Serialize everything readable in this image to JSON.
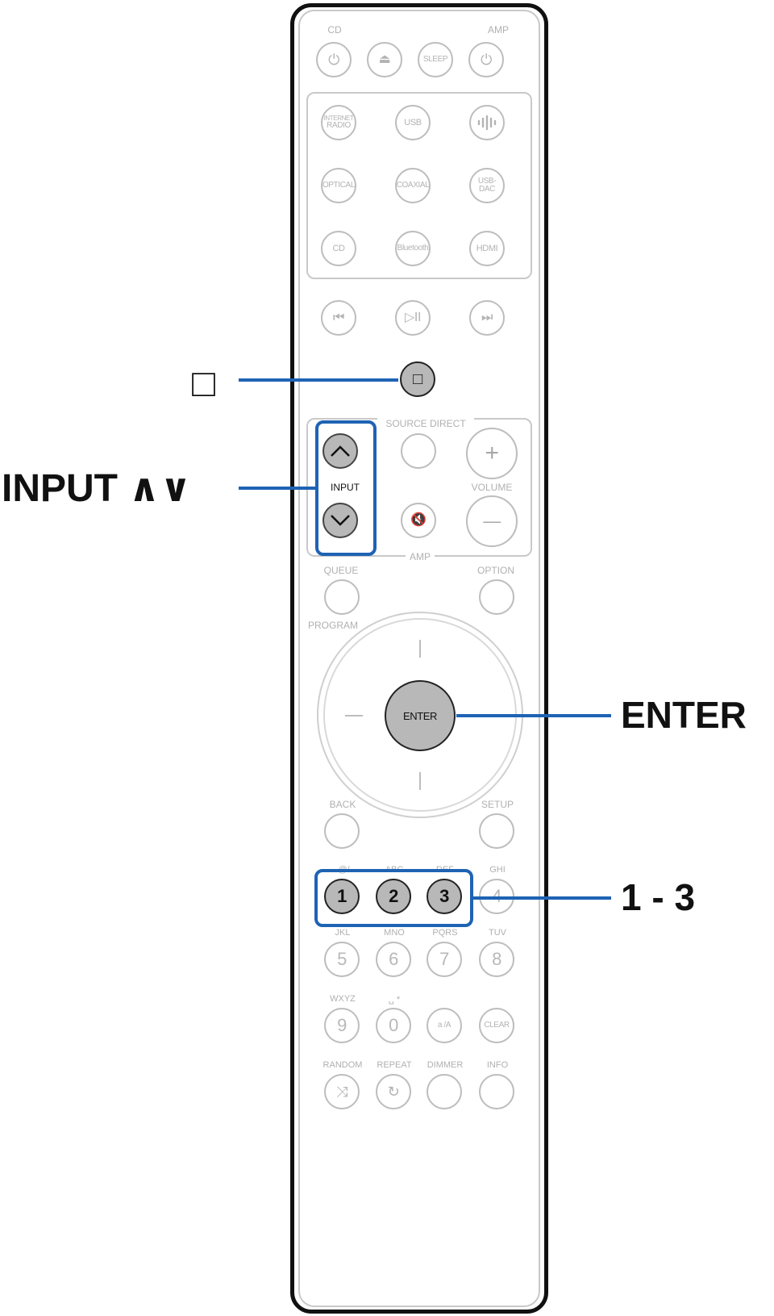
{
  "top_labels": {
    "cd": "CD",
    "amp": "AMP"
  },
  "top_buttons": {
    "power_cd": "⏻",
    "eject": "⏏",
    "sleep": "SLEEP",
    "power_amp": "⏻"
  },
  "source_buttons": {
    "internet_radio_line1": "INTERNET",
    "internet_radio_line2": "RADIO",
    "usb": "USB",
    "heos_icon": "heos-icon",
    "optical": "OPTICAL",
    "coaxial": "COAXIAL",
    "usb_dac": "USB-DAC",
    "cd": "CD",
    "bluetooth": "Bluetooth",
    "hdmi": "HDMI"
  },
  "transport": {
    "prev": "⏮",
    "play_pause": "▷II",
    "next": "⏭"
  },
  "stop_button": "□",
  "amp_panel": {
    "source_direct": "SOURCE DIRECT",
    "input": "INPUT",
    "volume": "VOLUME",
    "amp": "AMP",
    "plus": "+",
    "minus": "—",
    "mute": "🔇"
  },
  "labels": {
    "queue": "QUEUE",
    "option": "OPTION",
    "program": "PROGRAM",
    "back": "BACK",
    "setup": "SETUP",
    "enter": "ENTER"
  },
  "numeric_keys": [
    {
      "sub": ".@/",
      "num": "1"
    },
    {
      "sub": "ABC",
      "num": "2"
    },
    {
      "sub": "DEF",
      "num": "3"
    },
    {
      "sub": "GHI",
      "num": "4"
    },
    {
      "sub": "JKL",
      "num": "5"
    },
    {
      "sub": "MNO",
      "num": "6"
    },
    {
      "sub": "PQRS",
      "num": "7"
    },
    {
      "sub": "TUV",
      "num": "8"
    },
    {
      "sub": "WXYZ",
      "num": "9"
    },
    {
      "sub": "␣ *",
      "num": "0"
    },
    {
      "sub": "",
      "num": "a /A"
    },
    {
      "sub": "",
      "num": "CLEAR"
    }
  ],
  "bottom_row": {
    "random": "RANDOM",
    "repeat": "REPEAT",
    "dimmer": "DIMMER",
    "info": "INFO",
    "shuffle_icon": "⤨",
    "repeat_icon": "↻"
  },
  "callouts": {
    "stop": "□",
    "input": "INPUT ∧∨",
    "enter": "ENTER",
    "numbers": "1 - 3"
  },
  "colors": {
    "highlight": "#1e63b4",
    "pressed_button": "#b8b8b8"
  }
}
